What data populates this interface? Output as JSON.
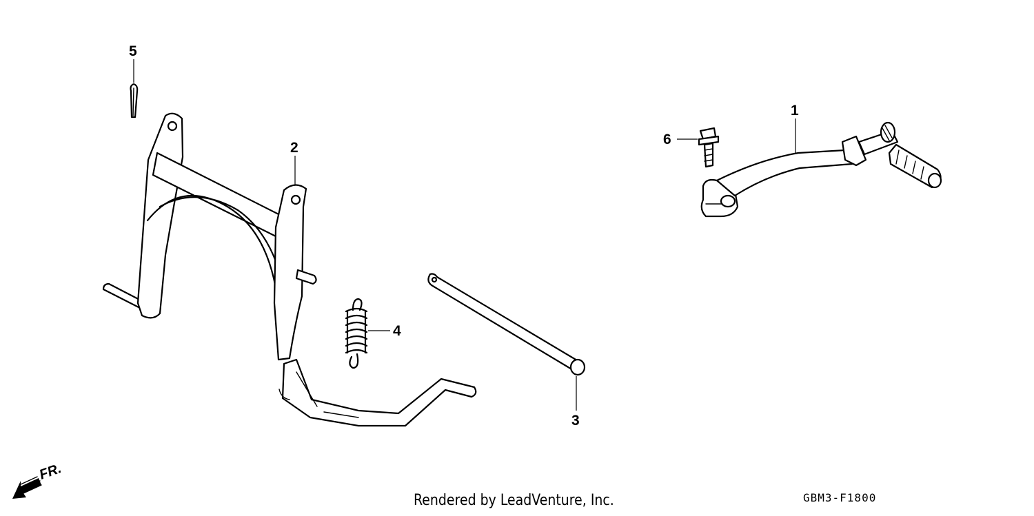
{
  "diagram": {
    "callouts": [
      {
        "id": "1",
        "label": "1"
      },
      {
        "id": "2",
        "label": "2"
      },
      {
        "id": "3",
        "label": "3"
      },
      {
        "id": "4",
        "label": "4"
      },
      {
        "id": "5",
        "label": "5"
      },
      {
        "id": "6",
        "label": "6"
      }
    ],
    "direction_label": "FR.",
    "credit": "Rendered by LeadVenture, Inc.",
    "diagram_code": "GBM3-F1800"
  }
}
